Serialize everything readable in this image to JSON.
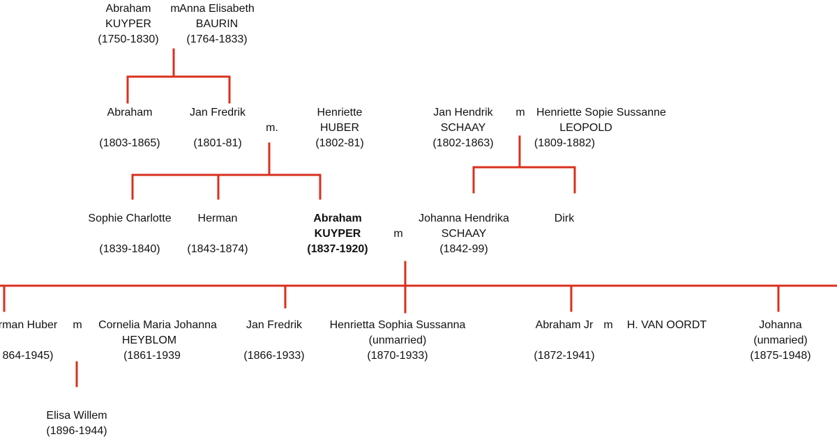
{
  "colors": {
    "line": "#d9301e",
    "text": "#111111",
    "background": "#ffffff"
  },
  "generation1": {
    "abraham": {
      "first": "Abraham",
      "last": "KUYPER",
      "years": "(1750-1830)"
    },
    "marriage": "m",
    "anna": {
      "first": "Anna Elisabeth",
      "last": "BAURIN",
      "years": "(1764-1833)"
    }
  },
  "generation2": {
    "abraham": {
      "name": "Abraham",
      "years": "(1803-1865)"
    },
    "jan_fredrik": {
      "name": "Jan Fredrik",
      "years": "(1801-81)"
    },
    "marriage_huber": "m.",
    "henriette": {
      "first": "Henriette",
      "last": "HUBER",
      "years": "(1802-81)"
    },
    "jan_hendrik": {
      "first": "Jan Hendrik",
      "last": "SCHAAY",
      "years": "(1802-1863)"
    },
    "marriage_schaay": "m",
    "henriette_sopie": {
      "first": "Henriette Sopie Sussanne",
      "last": "LEOPOLD",
      "years": "(1809-1882)"
    }
  },
  "generation3": {
    "sophie": {
      "name": "Sophie Charlotte",
      "years": "(1839-1840)"
    },
    "herman": {
      "name": "Herman",
      "years": "(1843-1874)"
    },
    "abraham": {
      "first": "Abraham",
      "last": "KUYPER",
      "years": "(1837-1920)"
    },
    "marriage": "m",
    "johanna": {
      "first": "Johanna Hendrika",
      "last": "SCHAAY",
      "years": "(1842-99)"
    },
    "dirk": {
      "name": "Dirk"
    }
  },
  "generation4": {
    "herman_huber": {
      "name": "rman Huber",
      "years": "864-1945)"
    },
    "marriage_heyblom": "m",
    "cornelia": {
      "first": "Cornelia Maria Johanna",
      "last": "HEYBLOM",
      "years": "(1861-1939"
    },
    "jan_fredrik": {
      "name": "Jan Fredrik",
      "years": "(1866-1933)"
    },
    "henrietta": {
      "name": "Henrietta Sophia Sussanna",
      "note": "(unmarried)",
      "years": "(1870-1933)"
    },
    "abraham_jr": {
      "name": "Abraham Jr",
      "years": "(1872-1941)"
    },
    "marriage_vanoordt": "m",
    "vanoordt": {
      "name": "H. VAN OORDT"
    },
    "johanna": {
      "name": "Johanna",
      "note": "(unmaried)",
      "years": "(1875-1948)"
    }
  },
  "generation5": {
    "elisa": {
      "name": "Elisa Willem",
      "years": "(1896-1944)"
    }
  }
}
